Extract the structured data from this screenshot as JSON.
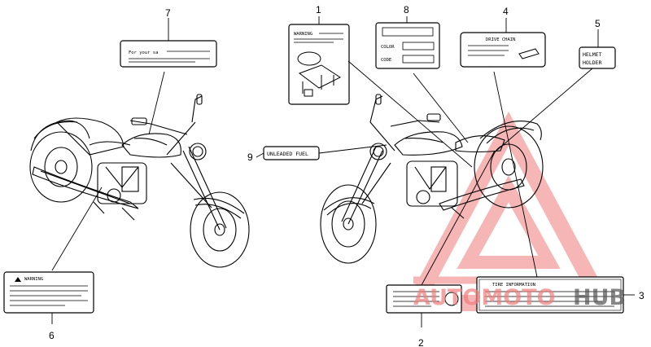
{
  "callouts": {
    "n1": "1",
    "n2": "2",
    "n3": "3",
    "n4": "4",
    "n5": "5",
    "n6": "6",
    "n7": "7",
    "n8": "8",
    "n9": "9"
  },
  "labels": {
    "label1_text": "WARNING",
    "label4_text": "DRIVE CHAIN",
    "label5_line1": "HELMET",
    "label5_line2": "HOLDER",
    "label6_text": "WARNING",
    "label7_text": "For your sa",
    "label8_color": "COLOR",
    "label8_code": "CODE",
    "label9_text": "UNLEADED FUEL",
    "label3_text": "TIRE INFORMATION"
  },
  "watermark": {
    "text_left": "AUTOMOTO",
    "text_right": "HUB",
    "color": "#f07c7c"
  }
}
